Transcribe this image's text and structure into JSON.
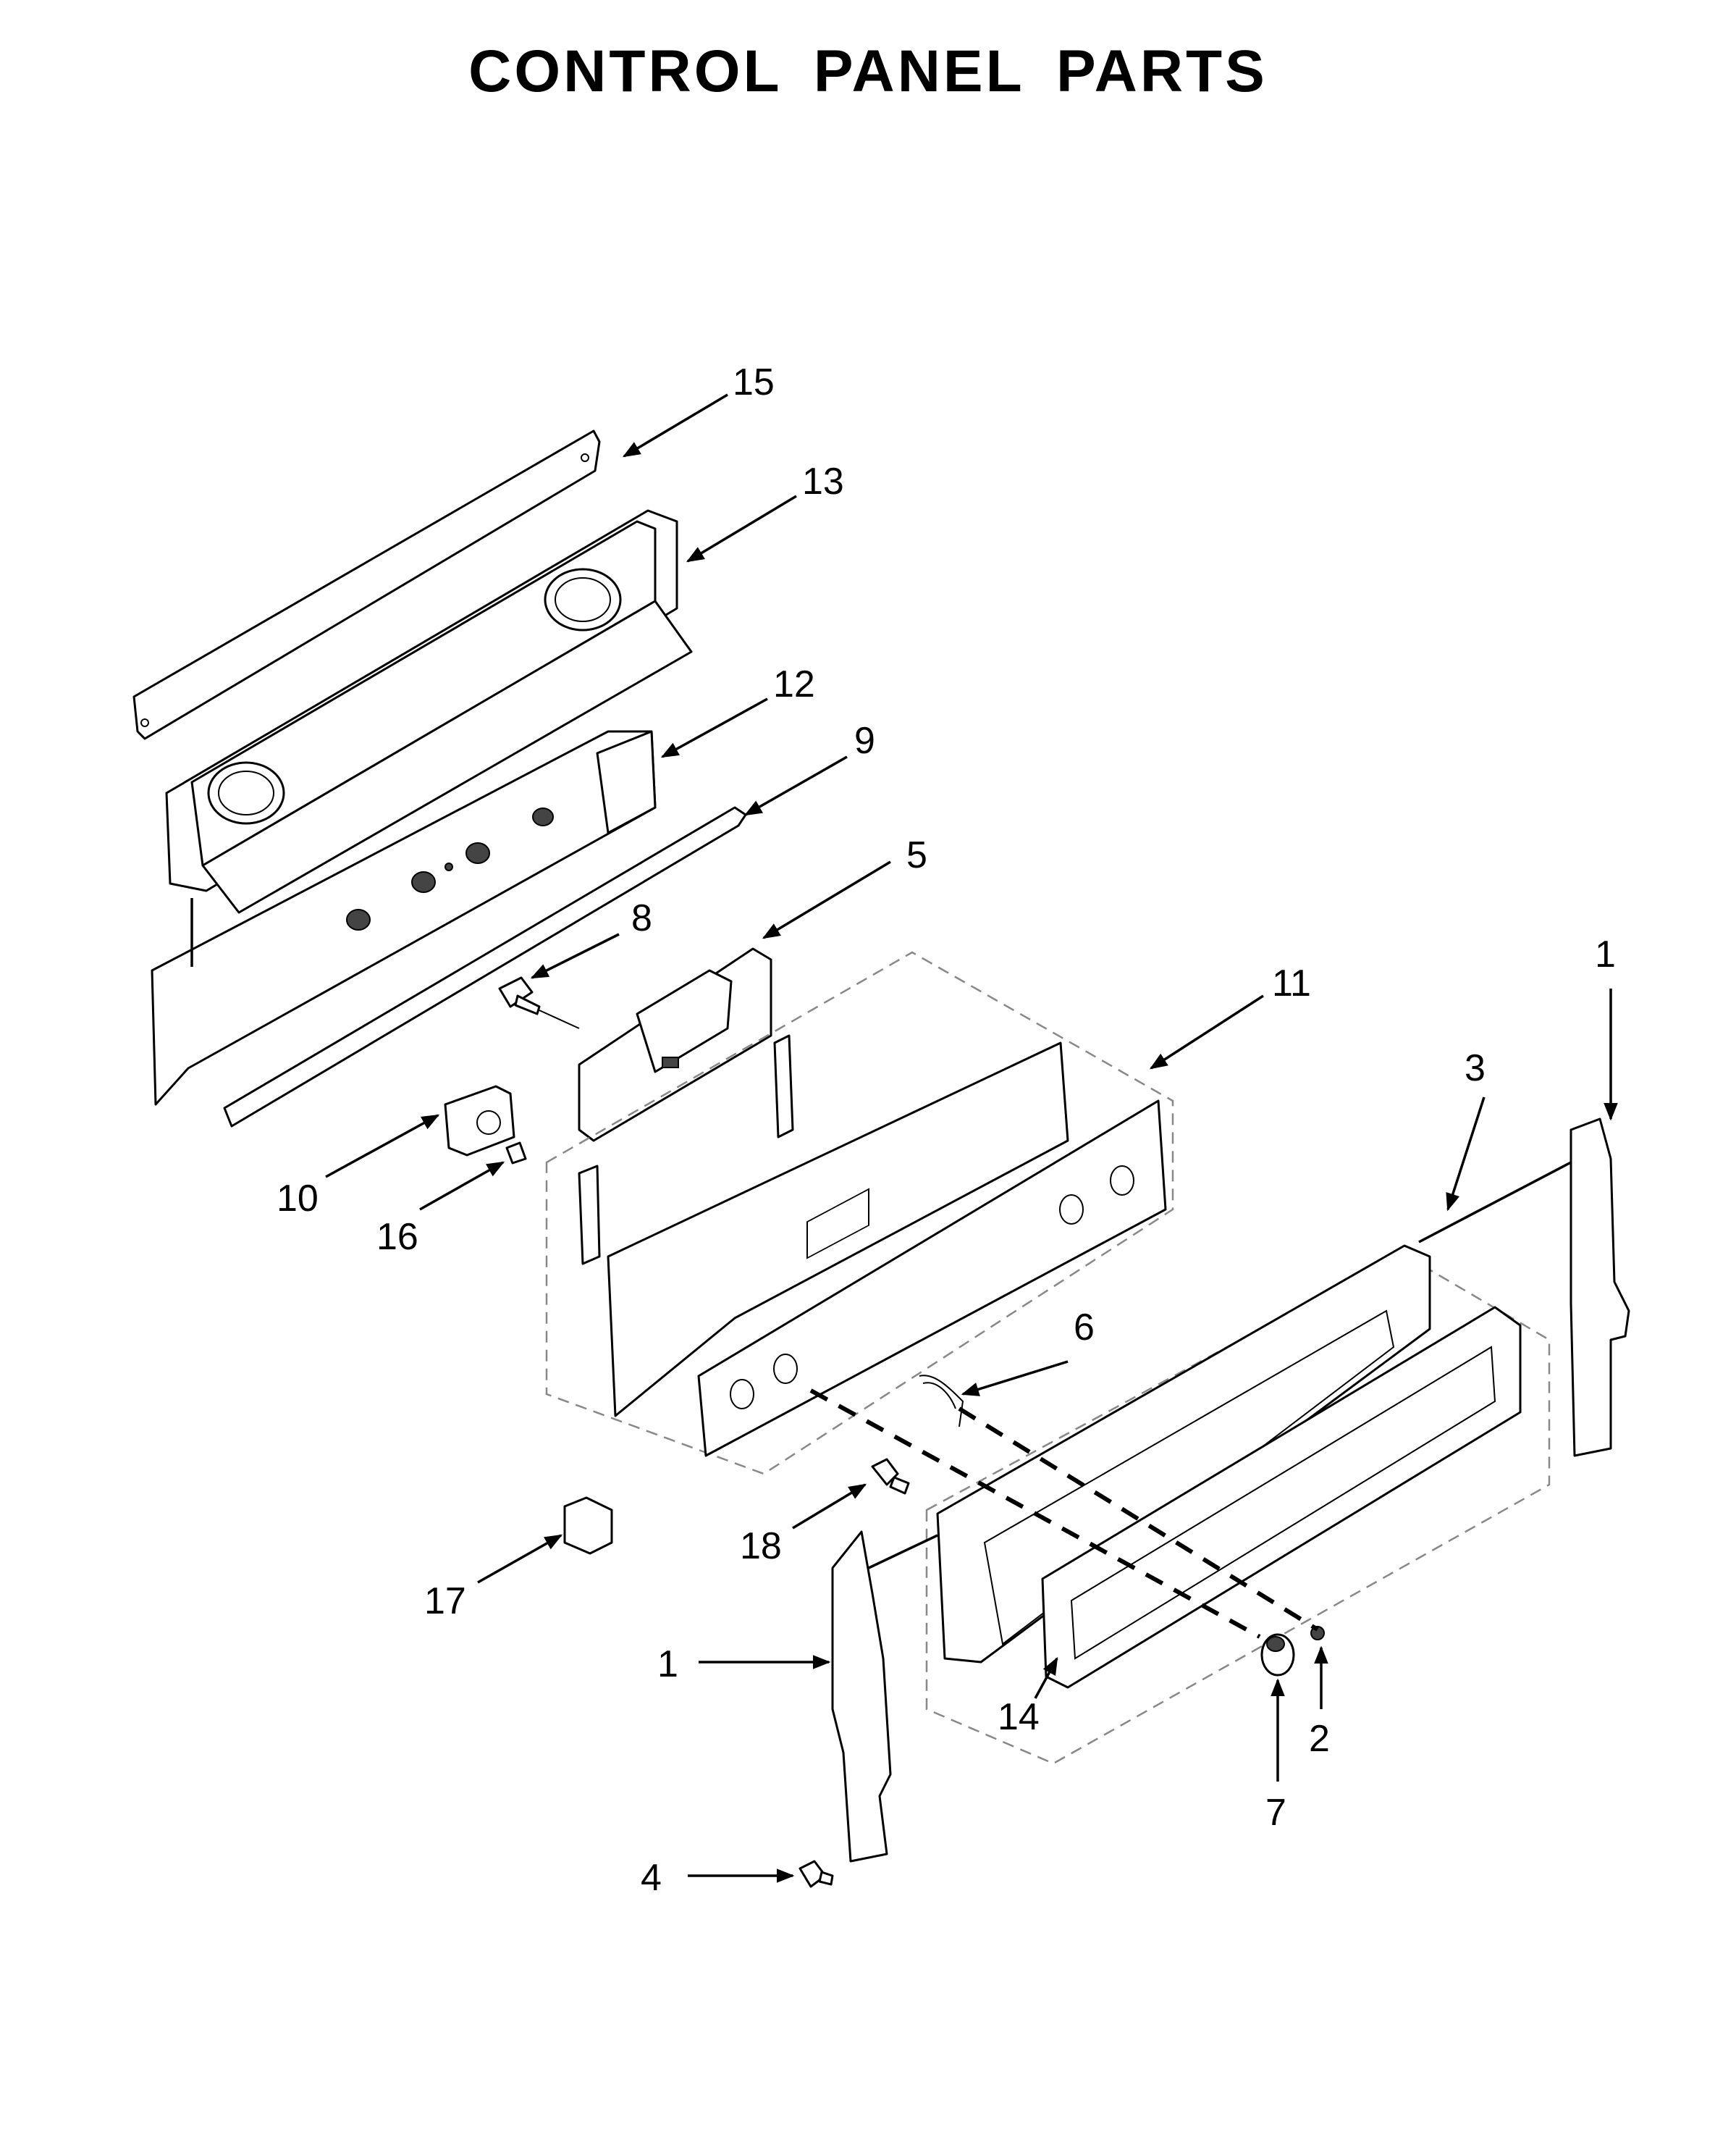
{
  "title": "CONTROL PANEL PARTS",
  "callouts": [
    "15",
    "13",
    "12",
    "9",
    "5",
    "8",
    "11",
    "1",
    "3",
    "10",
    "16",
    "6",
    "18",
    "17",
    "1",
    "14",
    "2",
    "7",
    "4"
  ]
}
